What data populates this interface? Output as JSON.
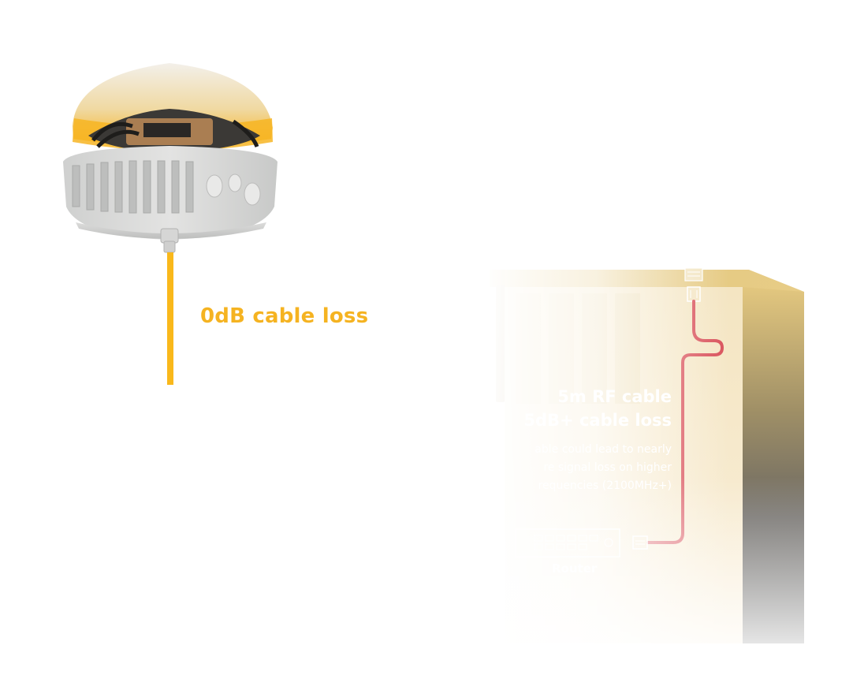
{
  "left_section": {
    "device_name": "outdoor-antenna-unit",
    "cable_loss_label": "0dB cable loss",
    "cable_color": "#f9b81b"
  },
  "right_section": {
    "rf_cable_title_line1": "5m RF cable",
    "rf_cable_title_line2": "5dB+ cable loss",
    "description_lines": [
      "able could lead to nearly",
      "re signal loss on higher",
      "requencies (2100MHz+)"
    ],
    "router_label": "Router",
    "rf_cable_color": "#d9515a",
    "building_color_top": "#e8cd86",
    "building_wall_dark": "#5a5a5a"
  }
}
